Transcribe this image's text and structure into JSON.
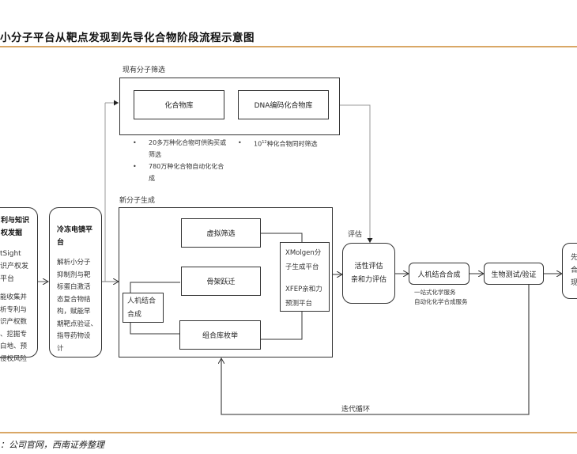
{
  "header": {
    "title": "小分子平台从靶点发现到先导化合物阶段流程示意图"
  },
  "footer": {
    "source": "：公司官网，西南证券整理"
  },
  "diagram": {
    "left_box_1": {
      "title_line1": "利与知识",
      "title_line2": "权发掘",
      "sub_line1": "tSight",
      "sub_line2": "识产权发",
      "sub_line3": "平台",
      "desc_lines": [
        "能收集并",
        "析专利与",
        "识产权数",
        "、挖掘专",
        "白地、预",
        "侵权风险"
      ]
    },
    "left_box_2": {
      "title_line1": "冷冻电镜平",
      "title_line2": "台",
      "desc_lines": [
        "解析小分子",
        "抑制剂与靶",
        "标蛋白激活",
        "态复合物结",
        "构，赋能早",
        "期靶点验证、",
        "指导药物设",
        "计"
      ]
    },
    "existing_screening": {
      "label": "现有分子筛选",
      "box_a": "化合物库",
      "box_b": "DNA编码化合物库",
      "bullets_a": [
        "20多万种化合物可供购买或筛选",
        "780万种化合物自动化化合成"
      ],
      "bullets_a_lines": [
        [
          "20多万种化合物可供购买或",
          "筛选"
        ],
        [
          "780万种化合物自动化化合",
          "成"
        ]
      ],
      "bullet_b_base": "10",
      "bullet_b_exp": "12",
      "bullet_b_rest": "种化合物同时筛选"
    },
    "new_generation": {
      "label": "新分子生成",
      "virtual_screening": "虚拟筛选",
      "scaffold_hopping": "骨架跃迁",
      "human_machine_line1": "人机结合",
      "human_machine_line2": "合成",
      "library_enum": "组合库枚举",
      "platform_line1": "XMolgen分",
      "platform_line2": "子生成平台",
      "platform_line3": "XFEP亲和力",
      "platform_line4": "预测平台"
    },
    "evaluation": {
      "label": "评估",
      "box_line1": "活性评估",
      "box_line2": "亲和力评估"
    },
    "synthesis": {
      "box": "人机结合合成",
      "note_line1": "一站式化学服务",
      "note_line2": "自动化化学合成服务"
    },
    "bio_test": {
      "box": "生物测试/验证"
    },
    "lead": {
      "line1": "先",
      "line2": "合",
      "line3": "现"
    },
    "loop": {
      "label": "迭代循环"
    }
  }
}
